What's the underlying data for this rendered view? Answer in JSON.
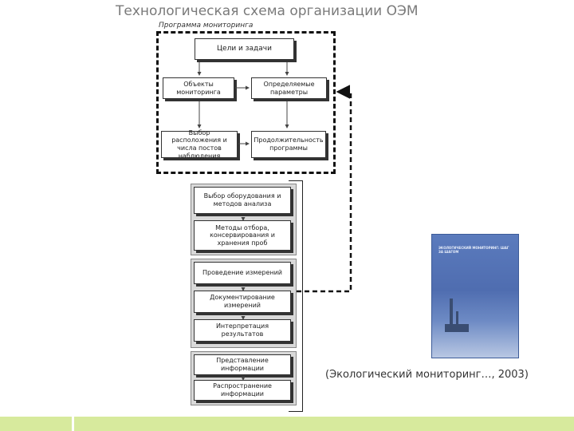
{
  "slide": {
    "title": "Технологическая схема организации ОЭМ",
    "caption": "(Экологический мониторинг…, 2003)"
  },
  "diagram": {
    "program_label": "Программа мониторинга",
    "goals": "Цели и задачи",
    "objects": "Объекты мониторинга",
    "parameters": "Определяемые параметры",
    "locations": "Выбор расположения и числа постов наблюдения",
    "duration": "Продолжительность программы",
    "steps": [
      "Выбор оборудования и методов анализа",
      "Методы отбора, консервирования и хранения проб",
      "Проведение измерений",
      "Документирование измерений",
      "Интерпретация результатов",
      "Представление информации",
      "Распространение информации"
    ]
  },
  "book": {
    "title": "ЭКОЛОГИЧЕСКИЙ МОНИТОРИНГ: ШАГ ЗА ШАГОМ",
    "footer_left": "",
    "footer_right": ""
  },
  "colors": {
    "footer_bar": "#d7ea9d",
    "book_cover": "#5b7bbd",
    "title_text": "#7a7a7a"
  }
}
